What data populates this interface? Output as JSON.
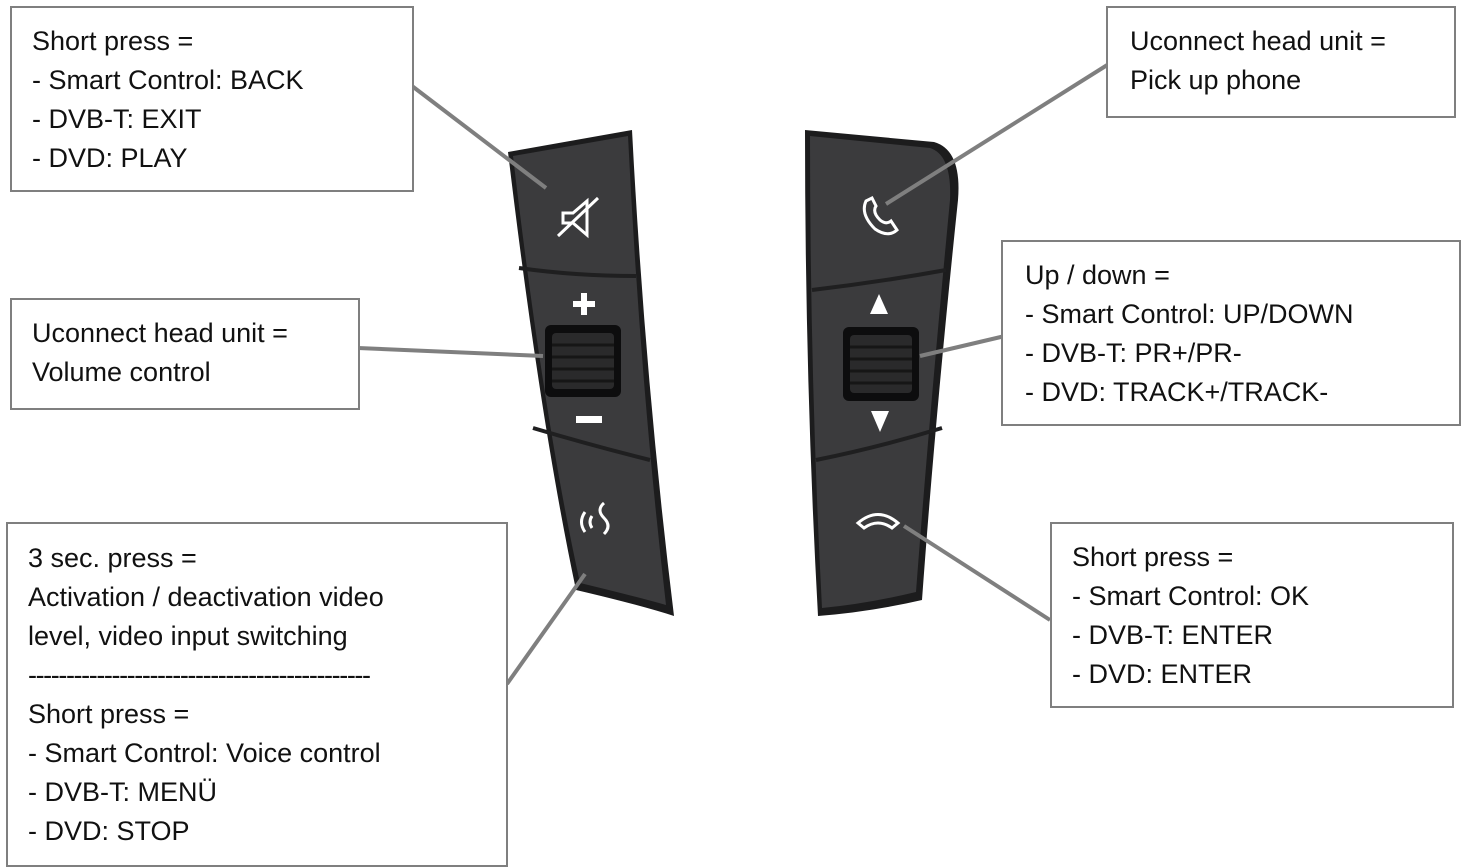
{
  "left_top_box": {
    "lines": [
      "Short press =",
      "- Smart Control: BACK",
      "- DVB-T: EXIT",
      "- DVD: PLAY"
    ]
  },
  "left_mid_box": {
    "lines": [
      "Uconnect head unit =",
      "Volume control"
    ]
  },
  "left_bottom_box": {
    "lines": [
      "3 sec. press =",
      "Activation / deactivation video",
      "level, video input switching",
      "---------------------------------------------",
      "Short press =",
      "- Smart Control: Voice control",
      "- DVB-T: MENÜ",
      "- DVD: STOP"
    ]
  },
  "right_top_box": {
    "lines": [
      "Uconnect head unit =",
      "Pick up phone"
    ]
  },
  "right_mid_box": {
    "lines": [
      "Up / down =",
      "- Smart Control: UP/DOWN",
      "- DVB-T: PR+/PR-",
      "- DVD: TRACK+/TRACK-"
    ]
  },
  "right_bottom_box": {
    "lines": [
      "Short press =",
      "- Smart Control: OK",
      "- DVB-T: ENTER",
      "- DVD: ENTER"
    ]
  },
  "left_control": {
    "buttons": [
      {
        "icon": "mute-icon"
      },
      {
        "icon": "volume-up-plus-icon"
      },
      {
        "icon": "volume-roller-icon"
      },
      {
        "icon": "volume-down-minus-icon"
      },
      {
        "icon": "voice-control-icon"
      }
    ]
  },
  "right_control": {
    "buttons": [
      {
        "icon": "phone-pickup-icon"
      },
      {
        "icon": "arrow-up-icon"
      },
      {
        "icon": "up-down-roller-icon"
      },
      {
        "icon": "arrow-down-icon"
      },
      {
        "icon": "phone-hangup-icon"
      }
    ]
  },
  "colors": {
    "box_border": "#7f7f7f",
    "connector": "#7f7f7f",
    "control_body": "#3a3a3c",
    "control_edge": "#1c1c1d",
    "icon": "#ffffff"
  }
}
